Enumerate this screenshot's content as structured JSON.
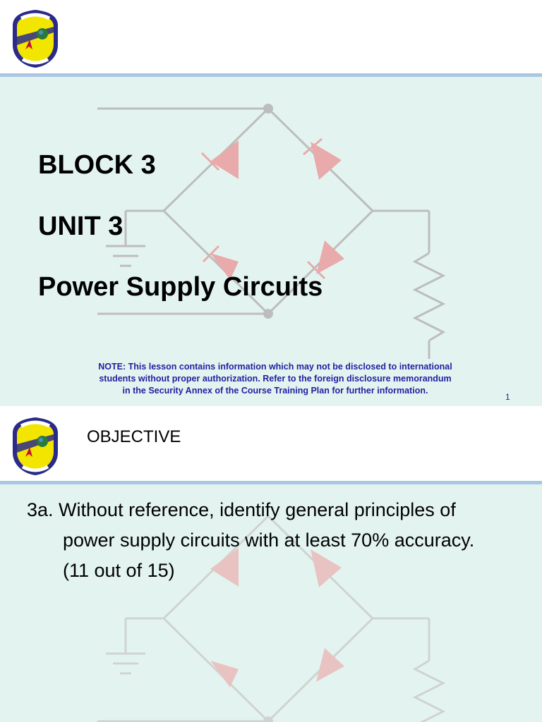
{
  "slide1": {
    "title_line1": "BLOCK 3",
    "title_line2": "UNIT 3",
    "title_line3": "Power Supply Circuits",
    "note_line1": "NOTE:  This lesson contains information which may not be disclosed to international",
    "note_line2": "students without proper authorization. Refer to the foreign disclosure memorandum",
    "note_line3": "in the Security Annex of the Course Training Plan for further information.",
    "page_number": "1",
    "logo": {
      "icon": "squadron-emblem-logo",
      "colors": [
        "#2a2a8a",
        "#f2e600",
        "#c8102e"
      ]
    }
  },
  "slide2": {
    "heading": "OBJECTIVE",
    "objective_first": "3a. Without reference, identify general principles of",
    "objective_cont1": "power supply circuits with at least 70% accuracy.",
    "objective_cont2": "(11 out of 15)",
    "logo": {
      "icon": "squadron-emblem-logo",
      "colors": [
        "#2a2a8a",
        "#f2e600",
        "#c8102e"
      ]
    }
  },
  "theme": {
    "header_rule": "#a9c6e2",
    "body_bg": "#e3f4f0",
    "circuit_line": "#bdbdbd",
    "diode_fill": "#e8aaaa",
    "note_color": "#1f1fa0"
  }
}
